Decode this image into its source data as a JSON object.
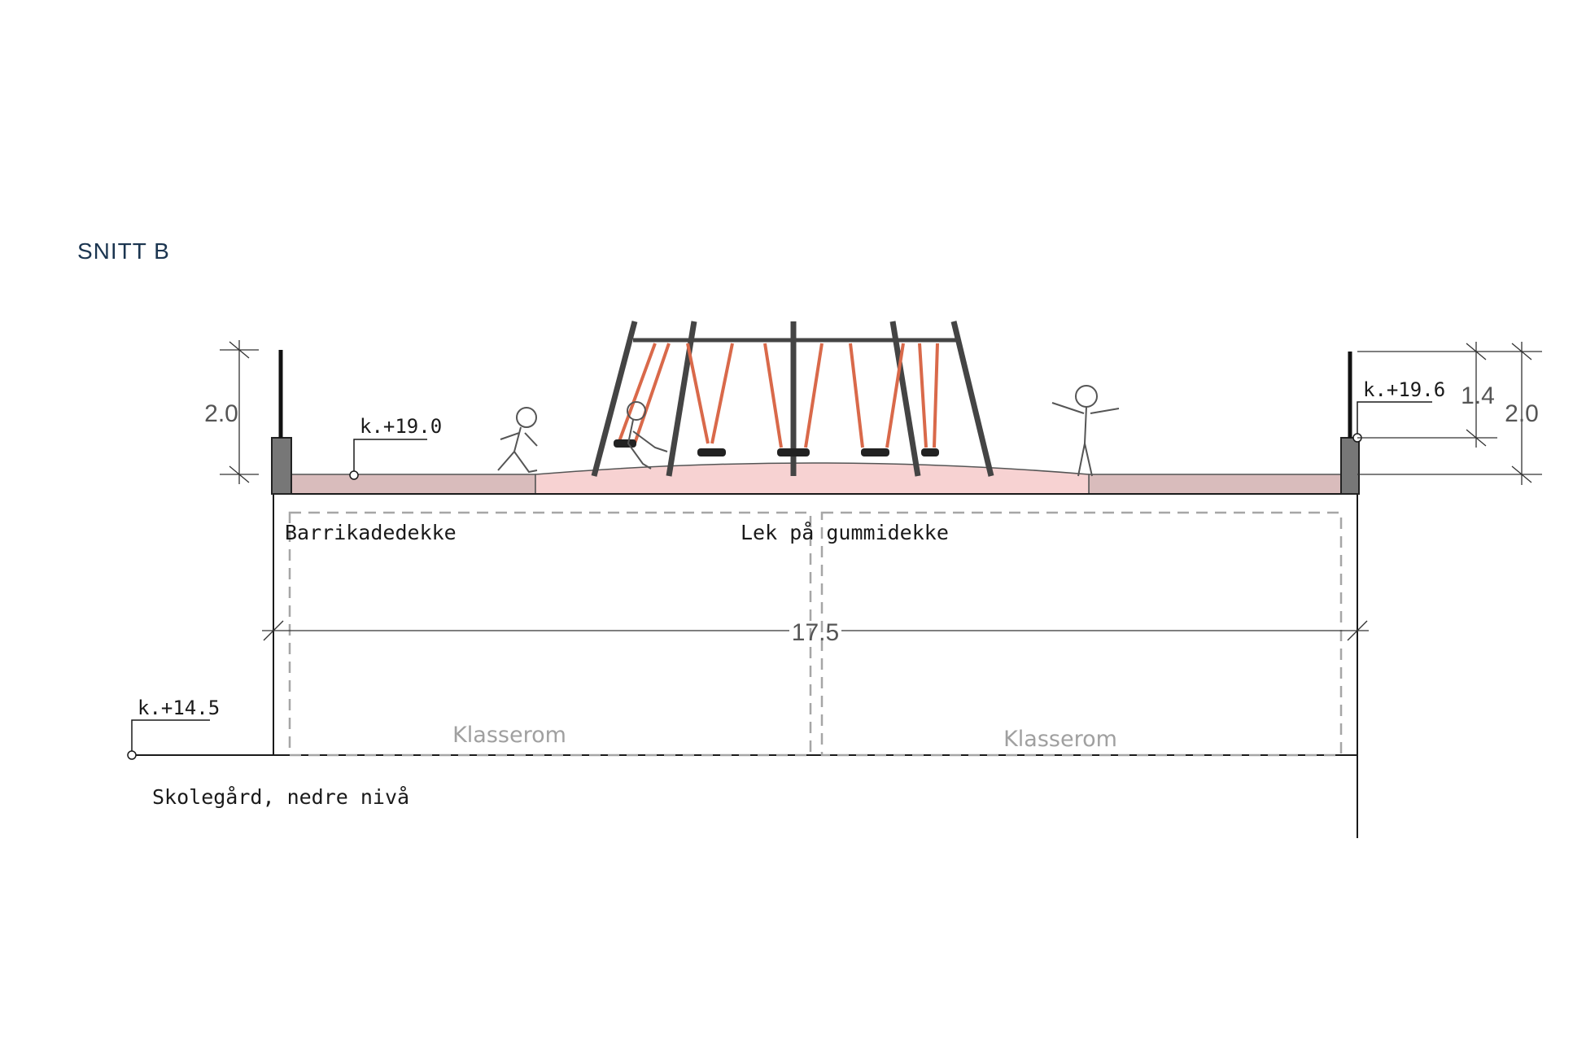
{
  "title": "SNITT B",
  "colors": {
    "title": "#1b3550",
    "line": "#1a1a1a",
    "paving": "#d9bcbc",
    "rubber": "#f7d2d2",
    "swing": "#d9694a",
    "dashed": "#a6a6a6",
    "room_label": "#a0a0a0"
  },
  "levels": {
    "upper_left": "k.+19.0",
    "upper_right": "k.+19.6",
    "lower": "k.+14.5"
  },
  "dimensions": {
    "left_railing": "2.0",
    "right_inner": "1.4",
    "right_outer": "2.0",
    "span": "17.5"
  },
  "labels": {
    "surface_left": "Barrikadedekke",
    "surface_center": "Lek på gummidekke",
    "lower_area": "Skolegård, nedre nivå"
  },
  "rooms": [
    "Klasserom",
    "Klasserom"
  ]
}
